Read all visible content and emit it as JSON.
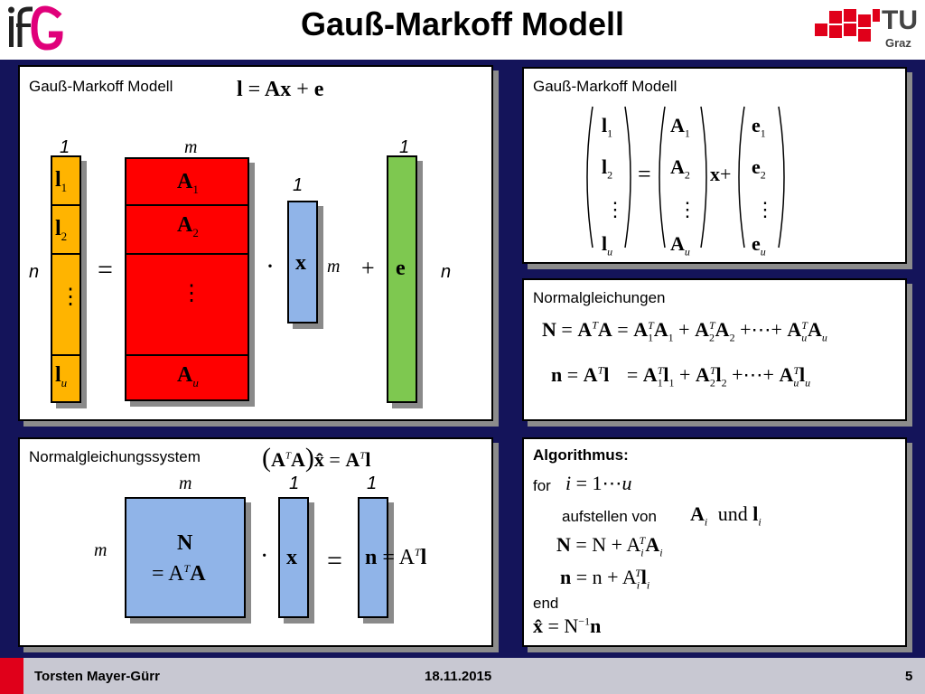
{
  "header": {
    "title": "Gauß-Markoff Modell",
    "logo_left_text": "IfG",
    "logo_right_text": "TU",
    "logo_right_sub": "Graz"
  },
  "footer": {
    "author": "Torsten Mayer-Gürr",
    "date": "18.11.2015",
    "page": "5"
  },
  "panel1": {
    "label": "Gauß-Markoff Modell",
    "eq_l": "l",
    "eq_eq": "=",
    "eq_Ax": "Ax",
    "eq_plus": "+",
    "eq_e": "e",
    "dim_1a": "1",
    "dim_m": "m",
    "dim_1b": "1",
    "dim_1c": "1",
    "dim_n_left": "n",
    "dim_m_x": "m",
    "dim_n_right": "n",
    "l1": "l",
    "l1_sub": "1",
    "l2": "l",
    "l2_sub": "2",
    "lu": "l",
    "lu_sub": "u",
    "A1": "A",
    "A1_sub": "1",
    "A2": "A",
    "A2_sub": "2",
    "Au": "A",
    "Au_sub": "u",
    "x": "x",
    "e": "e",
    "equals": "=",
    "dot": "·",
    "plus": "+",
    "dots": "⋮"
  },
  "panel2": {
    "label": "Gauß-Markoff Modell",
    "l_entries": [
      [
        "l",
        "1"
      ],
      [
        "l",
        "2"
      ],
      [
        "⋮",
        ""
      ],
      [
        "l",
        "u"
      ]
    ],
    "A_entries": [
      [
        "A",
        "1"
      ],
      [
        "A",
        "2"
      ],
      [
        "⋮",
        ""
      ],
      [
        "A",
        "u"
      ]
    ],
    "e_entries": [
      [
        "e",
        "1"
      ],
      [
        "e",
        "2"
      ],
      [
        "⋮",
        ""
      ],
      [
        "e",
        "u"
      ]
    ],
    "equals": "=",
    "x": "x",
    "plus": "+"
  },
  "panel3": {
    "label": "Normalgleichungen",
    "eq1": {
      "lhs": "N",
      "mid": "A",
      "sup": "T",
      "A": "A",
      "terms": [
        [
          "A",
          "1",
          "T",
          "A",
          "1"
        ],
        [
          "A",
          "2",
          "T",
          "A",
          "2"
        ],
        [
          "A",
          "u",
          "T",
          "A",
          "u"
        ]
      ],
      "ops": [
        "=",
        "=",
        "+",
        "+",
        "+⋯+"
      ]
    },
    "eq2": {
      "lhs": "n",
      "mid": "A",
      "sup": "T",
      "l": "l",
      "terms": [
        [
          "A",
          "1",
          "T",
          "l",
          "1"
        ],
        [
          "A",
          "2",
          "T",
          "l",
          "2"
        ],
        [
          "A",
          "u",
          "T",
          "l",
          "u"
        ]
      ],
      "ops": [
        "=",
        "=",
        "+",
        "+⋯+"
      ]
    }
  },
  "panel4": {
    "label": "Normalgleichungssystem",
    "eq_A": "A",
    "eq_T": "T",
    "eq_A2": "A",
    "eq_xhat": "x̂",
    "eq_eq": "=",
    "eq_A3": "A",
    "eq_T2": "T",
    "eq_l": "l",
    "dim_m_top": "m",
    "dim_1a": "1",
    "dim_1b": "1",
    "dim_m_left": "m",
    "N": "N",
    "N_eq": "= A",
    "N_T": "T",
    "N_A": "A",
    "dot": "·",
    "x": "x",
    "equals": "=",
    "n": "n",
    "n_eq": "= A",
    "n_T": "T",
    "n_l": "l"
  },
  "panel5": {
    "heading": "Algorithmus:",
    "for_kw": "for",
    "for_expr_i": "i",
    "for_expr_rest": " = 1⋯",
    "for_expr_u": "u",
    "step": "aufstellen von",
    "step_A": "A",
    "step_A_sub": "i",
    "step_und": "und",
    "step_l": "l",
    "step_l_sub": "i",
    "upd1_lhs": "N",
    "upd1_rhs": "= N + A",
    "upd1_sub": "i",
    "upd1_sup": "T",
    "upd1_A": "A",
    "upd1_A_sub": "i",
    "upd2_lhs": "n",
    "upd2_rhs": "= n + A",
    "upd2_sub": "i",
    "upd2_sup": "T",
    "upd2_l": "l",
    "upd2_l_sub": "i",
    "end_kw": "end",
    "final_lhs": "x̂",
    "final_eq": "= N",
    "final_sup": "−1",
    "final_n": "n"
  },
  "colors": {
    "navy": "#14145a",
    "yellow": "#ffb400",
    "red": "#ff0000",
    "blue": "#90b4e8",
    "green": "#7ec850",
    "footer_red": "#e0001a",
    "tu_red": "#e0001a",
    "ifg_pink": "#e0007a"
  }
}
